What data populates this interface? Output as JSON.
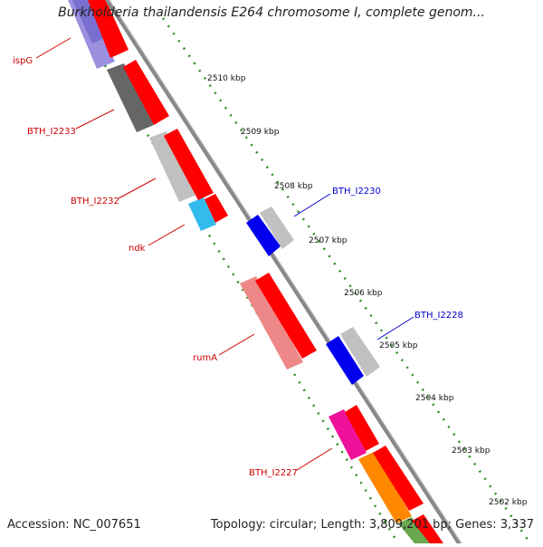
{
  "title": "Burkholderia thailandensis E264 chromosome I, complete genom...",
  "footer": {
    "accession": "Accession: NC_007651",
    "topology": "Topology: circular; Length: 3,809,201 bp; Genes: 3,337"
  },
  "ruler": {
    "labels": [
      "2510 kbp",
      "2509 kbp",
      "2508 kbp",
      "2507 kbp",
      "2506 kbp",
      "2505 kbp",
      "2504 kbp",
      "2503 kbp",
      "2502 kbp"
    ]
  },
  "genes": [
    {
      "name": "ispG",
      "color": "#cc0000"
    },
    {
      "name": "BTH_I2233",
      "color": "#cc0000"
    },
    {
      "name": "BTH_I2232",
      "color": "#cc0000"
    },
    {
      "name": "ndk",
      "color": "#cc0000"
    },
    {
      "name": "BTH_I2230",
      "color": "#0000cc"
    },
    {
      "name": "rumA",
      "color": "#cc0000"
    },
    {
      "name": "BTH_I2228",
      "color": "#0000cc"
    },
    {
      "name": "BTH_I2227",
      "color": "#cc0000"
    }
  ],
  "colors": {
    "backbone": "#808080",
    "forward_cds": "#ff0000",
    "reverse_cds": "#0000ee",
    "ruler_dots": "#2e8b22",
    "gene_grey": "#c0c0c0"
  }
}
